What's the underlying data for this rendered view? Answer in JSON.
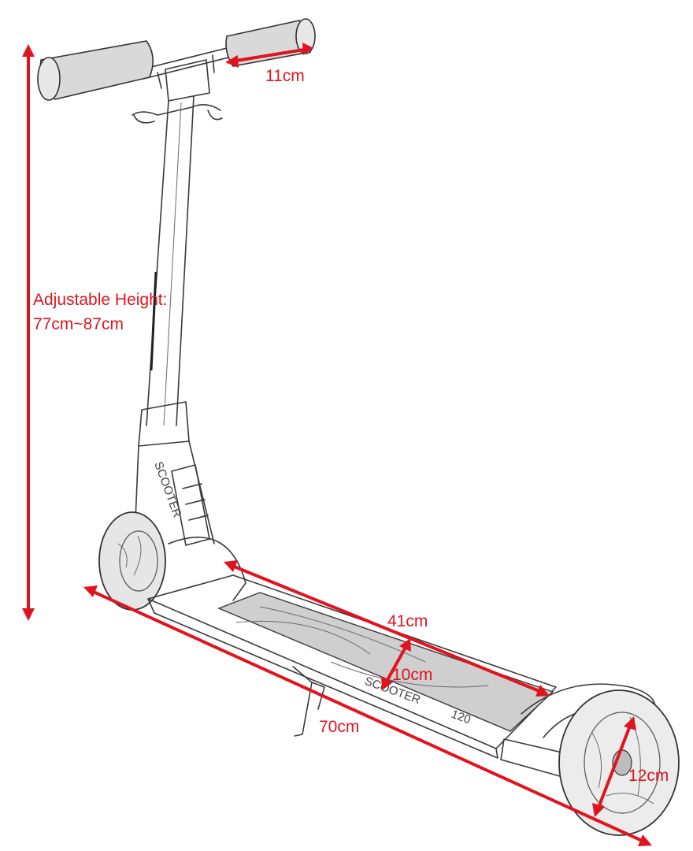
{
  "colors": {
    "dimension": "#e0141e",
    "sketch": "#3a3a3a"
  },
  "labels": {
    "handlebar_width": "11cm",
    "height_title": "Adjustable Height:",
    "height_value": "77cm~87cm",
    "deck_length": "41cm",
    "deck_width": "10cm",
    "total_length": "70cm",
    "wheel_diameter": "12cm"
  },
  "product": {
    "deck_brand": "SCOOTER",
    "model_mark": "120",
    "stem_brand": "SCOOTER"
  }
}
